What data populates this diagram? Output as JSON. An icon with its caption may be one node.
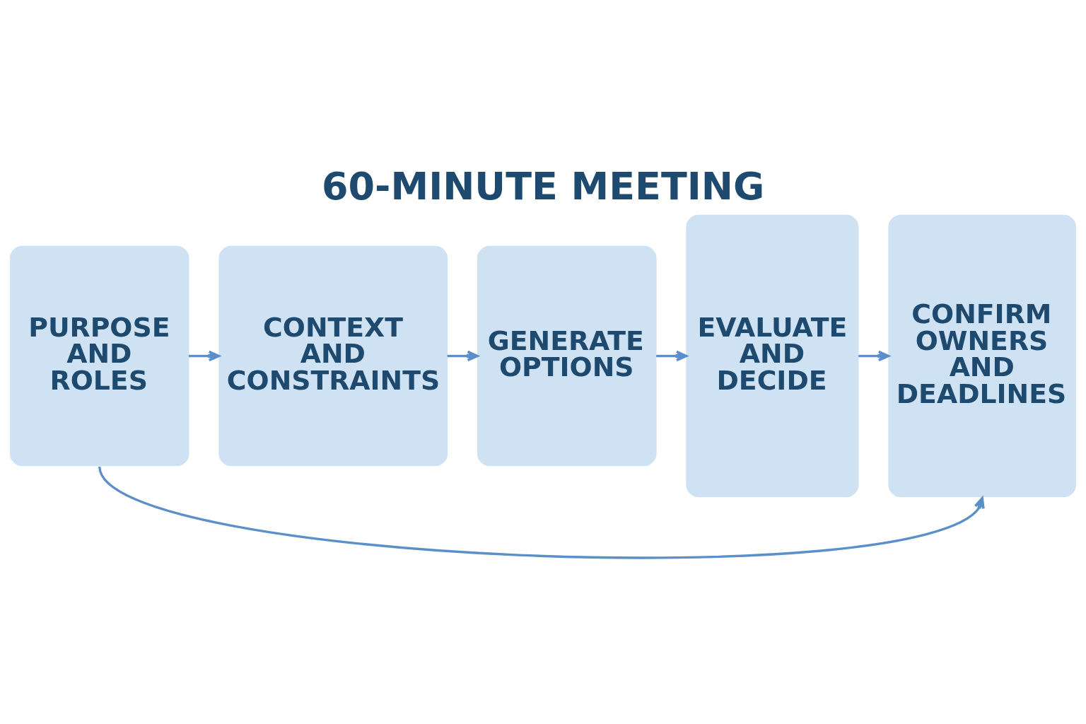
{
  "diagram": {
    "title": "60-MINUTE MEETING",
    "nodes": [
      {
        "text": [
          "PURPOSE AND ROLES"
        ]
      },
      {
        "text": [
          "CONTEXT AND CONSTRAINTS"
        ]
      },
      {
        "text": [
          "GENERATE OPTIONS"
        ]
      },
      {
        "text": [
          "EVALUATE AND DECIDE"
        ]
      },
      {
        "text": [
          "CONFIRM OWNERS AND DEADLINES"
        ]
      }
    ],
    "edges": [
      {
        "from": 0,
        "to": 1,
        "arrow": "to"
      },
      {
        "from": 1,
        "to": 2,
        "arrow": "to"
      },
      {
        "from": 2,
        "to": 3,
        "arrow": "to"
      },
      {
        "from": 3,
        "to": 4,
        "arrow": "to"
      },
      {
        "from": 0,
        "to": 4,
        "arrow": "to"
      }
    ]
  }
}
